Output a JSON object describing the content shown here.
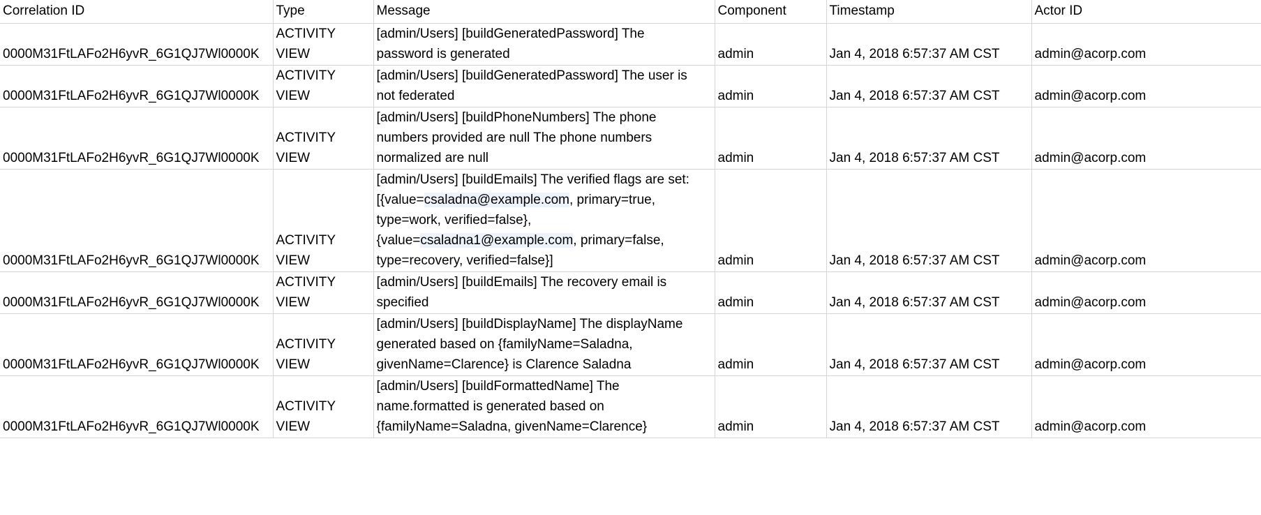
{
  "table": {
    "columns": [
      {
        "key": "correlation_id",
        "label": "Correlation ID"
      },
      {
        "key": "type",
        "label": "Type"
      },
      {
        "key": "message",
        "label": "Message"
      },
      {
        "key": "component",
        "label": "Component"
      },
      {
        "key": "timestamp",
        "label": "Timestamp"
      },
      {
        "key": "actor_id",
        "label": "Actor ID"
      }
    ],
    "rows": [
      {
        "correlation_id": "0000M31FtLAFo2H6yvR_6G1QJ7Wl0000K",
        "type": "ACTIVITY VIEW",
        "message": "[admin/Users] [buildGeneratedPassword] The password is generated",
        "component": "admin",
        "timestamp": "Jan 4, 2018 6:57:37 AM CST",
        "actor_id": "admin@acorp.com"
      },
      {
        "correlation_id": "0000M31FtLAFo2H6yvR_6G1QJ7Wl0000K",
        "type": "ACTIVITY VIEW",
        "message": "[admin/Users] [buildGeneratedPassword] The user is not federated",
        "component": "admin",
        "timestamp": "Jan 4, 2018 6:57:37 AM CST",
        "actor_id": "admin@acorp.com"
      },
      {
        "correlation_id": "0000M31FtLAFo2H6yvR_6G1QJ7Wl0000K",
        "type": "ACTIVITY VIEW",
        "message": "[admin/Users] [buildPhoneNumbers] The phone numbers provided are null The phone numbers normalized are null",
        "component": "admin",
        "timestamp": "Jan 4, 2018 6:57:37 AM CST",
        "actor_id": "admin@acorp.com"
      },
      {
        "correlation_id": "0000M31FtLAFo2H6yvR_6G1QJ7Wl0000K",
        "type": "ACTIVITY VIEW",
        "message": "[admin/Users] [buildEmails] The verified flags are set: [{value=csaladna@example.com, primary=true, type=work, verified=false}, {value=csaladna1@example.com, primary=false, type=recovery, verified=false}]",
        "component": "admin",
        "timestamp": "Jan 4, 2018 6:57:37 AM CST",
        "actor_id": "admin@acorp.com"
      },
      {
        "correlation_id": "0000M31FtLAFo2H6yvR_6G1QJ7Wl0000K",
        "type": "ACTIVITY VIEW",
        "message": "[admin/Users] [buildEmails] The recovery email is specified",
        "component": "admin",
        "timestamp": "Jan 4, 2018 6:57:37 AM CST",
        "actor_id": "admin@acorp.com"
      },
      {
        "correlation_id": "0000M31FtLAFo2H6yvR_6G1QJ7Wl0000K",
        "type": "ACTIVITY VIEW",
        "message": "[admin/Users] [buildDisplayName] The displayName generated based on {familyName=Saladna, givenName=Clarence} is Clarence Saladna",
        "component": "admin",
        "timestamp": "Jan 4, 2018 6:57:37 AM CST",
        "actor_id": "admin@acorp.com"
      },
      {
        "correlation_id": "0000M31FtLAFo2H6yvR_6G1QJ7Wl0000K",
        "type": "ACTIVITY VIEW",
        "message": "[admin/Users] [buildFormattedName] The name.formatted is generated based on {familyName=Saladna, givenName=Clarence}",
        "component": "admin",
        "timestamp": "Jan 4, 2018 6:57:37 AM CST",
        "actor_id": "admin@acorp.com"
      }
    ],
    "message_line_breaks": [
      [
        "[admin/Users] [buildGeneratedPassword] The",
        "password is generated"
      ],
      [
        "[admin/Users] [buildGeneratedPassword] The user is",
        "not federated"
      ],
      [
        "[admin/Users] [buildPhoneNumbers] The phone",
        "numbers provided are null The phone numbers",
        "normalized are null"
      ],
      [
        "[admin/Users] [buildEmails] The verified flags are set:",
        "[{value=csaladna@example.com, primary=true,",
        "type=work, verified=false},",
        "{value=csaladna1@example.com, primary=false,",
        "type=recovery, verified=false}]"
      ],
      [
        "[admin/Users] [buildEmails] The recovery email is",
        "specified"
      ],
      [
        "[admin/Users] [buildDisplayName] The displayName",
        "generated based on {familyName=Saladna,",
        "givenName=Clarence} is Clarence Saladna"
      ],
      [
        "[admin/Users] [buildFormattedName] The",
        "name.formatted is generated based on",
        "{familyName=Saladna, givenName=Clarence}"
      ]
    ]
  },
  "colors": {
    "grid_line": "#d4d4d4",
    "text": "#000000",
    "background": "#ffffff",
    "email_highlight": "#eef2fb"
  }
}
